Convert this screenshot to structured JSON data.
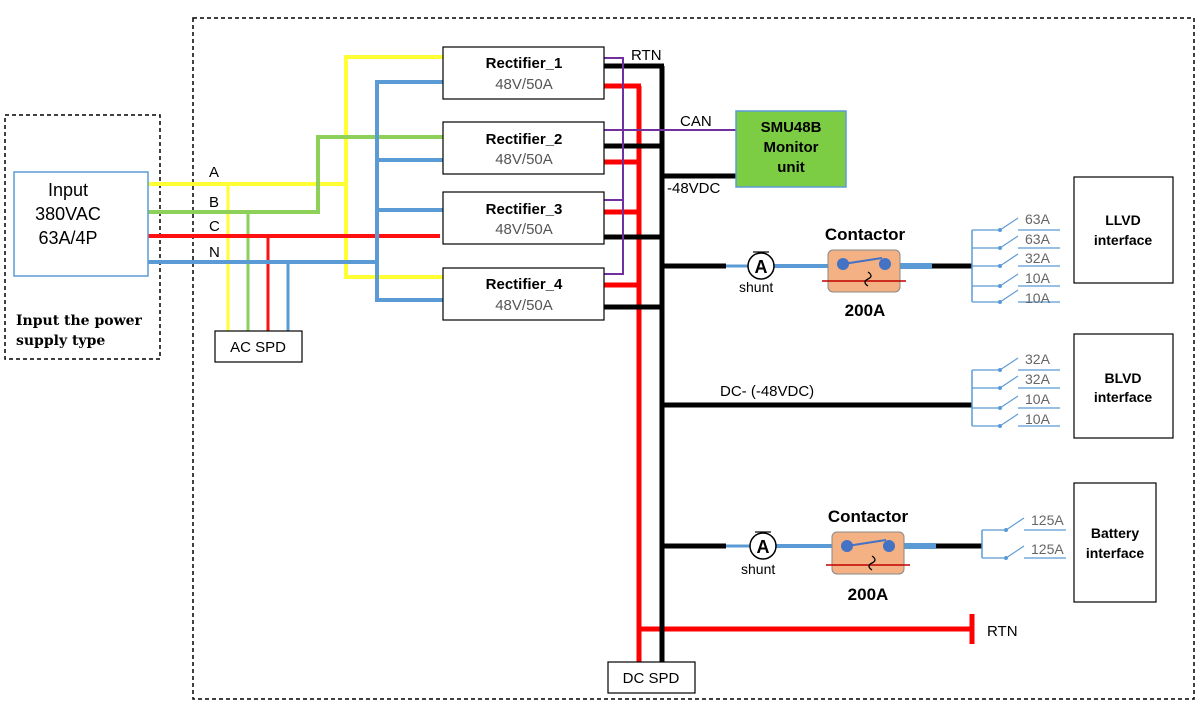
{
  "input": {
    "title": "Input",
    "voltage": "380VAC",
    "breaker": "63A/4P",
    "note_line1": "Input the power",
    "note_line2": "supply type"
  },
  "phases": [
    "A",
    "B",
    "C",
    "N"
  ],
  "ac_spd": "AC SPD",
  "dc_spd": "DC SPD",
  "rectifiers": [
    {
      "name": "Rectifier_1",
      "rating": "48V/50A"
    },
    {
      "name": "Rectifier_2",
      "rating": "48V/50A"
    },
    {
      "name": "Rectifier_3",
      "rating": "48V/50A"
    },
    {
      "name": "Rectifier_4",
      "rating": "48V/50A"
    }
  ],
  "rtn_label": "RTN",
  "can_label": "CAN",
  "monitor": {
    "line1": "SMU48B",
    "line2": "Monitor",
    "line3": "unit"
  },
  "neg48_label": "-48VDC",
  "dc_bus_label": "DC- (-48VDC)",
  "rtn_bottom_label": "RTN",
  "contactor_top": {
    "title": "Contactor",
    "rating": "200A",
    "shunt": "shunt"
  },
  "contactor_bottom": {
    "title": "Contactor",
    "rating": "200A",
    "shunt": "shunt"
  },
  "llvd": {
    "line1": "LLVD",
    "line2": "interface",
    "breakers": [
      "63A",
      "63A",
      "32A",
      "10A",
      "10A"
    ]
  },
  "blvd": {
    "line1": "BLVD",
    "line2": "interface",
    "breakers": [
      "32A",
      "32A",
      "10A",
      "10A"
    ]
  },
  "battery": {
    "line1": "Battery",
    "line2": "interface",
    "breakers": [
      "125A",
      "125A"
    ]
  },
  "colors": {
    "phase_a": "#ffff33",
    "phase_b": "#8ed15a",
    "phase_c": "#ff1111",
    "neutral": "#5b9bd5",
    "dc_negative": "#000000",
    "dc_positive": "#ff0000",
    "can_bus": "#7030a0",
    "monitor_fill": "#7ccc44",
    "contactor_fill": "#f4b183"
  }
}
